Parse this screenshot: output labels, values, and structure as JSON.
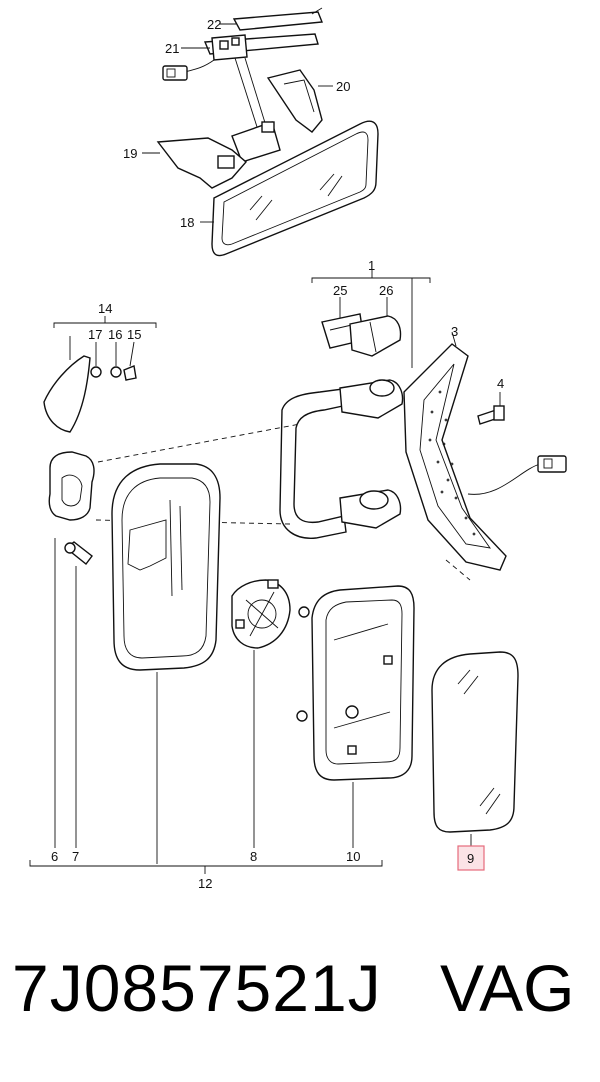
{
  "diagram": {
    "labels": {
      "l1": "1",
      "l3": "3",
      "l4": "4",
      "l6": "6",
      "l7": "7",
      "l8": "8",
      "l9": "9",
      "l10": "10",
      "l12": "12",
      "l14": "14",
      "l15": "15",
      "l16": "16",
      "l17": "17",
      "l18": "18",
      "l19": "19",
      "l20": "20",
      "l21": "21",
      "l22": "22",
      "l25": "25",
      "l26": "26"
    },
    "highlighted_label": "9",
    "highlight_color": "#e56b7c"
  },
  "footer": {
    "part_number": "7J0857521J",
    "brand": "VAG"
  }
}
